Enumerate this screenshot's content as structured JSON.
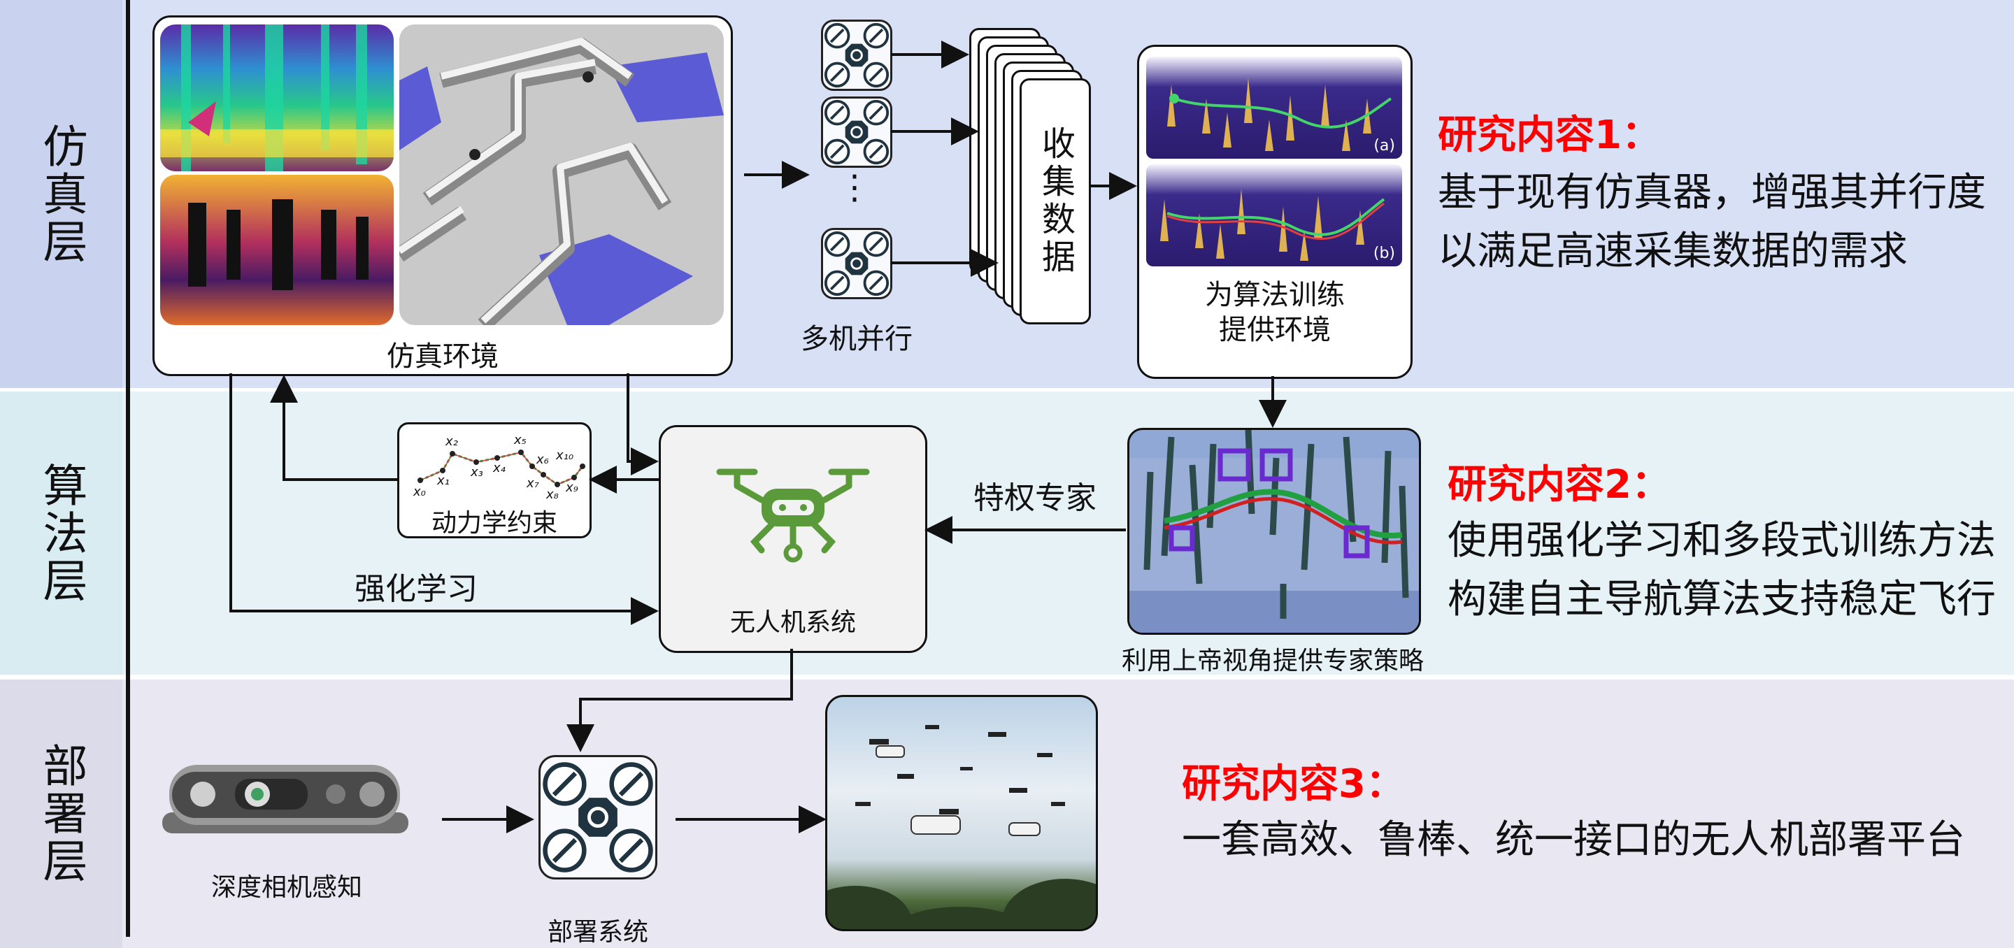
{
  "layers": {
    "simulation": "仿真层",
    "algorithm": "算法层",
    "deployment": "部署层"
  },
  "sim": {
    "env_label": "仿真环境",
    "multi_label": "多机并行",
    "dots": "⋮",
    "collect_label": "收集数据",
    "train_label_line1": "为算法训练",
    "train_label_line2": "提供环境",
    "panel_a": "(a)",
    "panel_b": "(b)"
  },
  "alg": {
    "dynamics_label": "动力学约束",
    "dynamics_nodes": [
      "x₀",
      "x₁",
      "x₂",
      "x₃",
      "x₄",
      "x₅",
      "x₆",
      "x₇",
      "x₈",
      "x₉",
      "x₁₀"
    ],
    "rl_label": "强化学习",
    "expert_label": "特权专家",
    "uav_label": "无人机系统",
    "expert_strategy_label": "利用上帝视角提供专家策略"
  },
  "dep": {
    "camera_label": "深度相机感知",
    "deploy_label": "部署系统"
  },
  "research": [
    {
      "title": "研究内容1：",
      "lines": [
        "基于现有仿真器，增强其并行度",
        "以满足高速采集数据的需求"
      ]
    },
    {
      "title": "研究内容2：",
      "lines": [
        "使用强化学习和多段式训练方法",
        "构建自主导航算法支持稳定飞行"
      ]
    },
    {
      "title": "研究内容3：",
      "lines": [
        "一套高效、鲁棒、统一接口的无人机部署平台"
      ]
    }
  ],
  "colors": {
    "accent_red": "#ff0000",
    "drone_green": "#5a9a3a",
    "band_sim": "#d8e0f6",
    "band_alg": "#e6f2f6",
    "band_dep": "#e9e8f2"
  },
  "icons": [
    "quadcopter-icon",
    "drone-icon",
    "depth-camera-icon"
  ]
}
